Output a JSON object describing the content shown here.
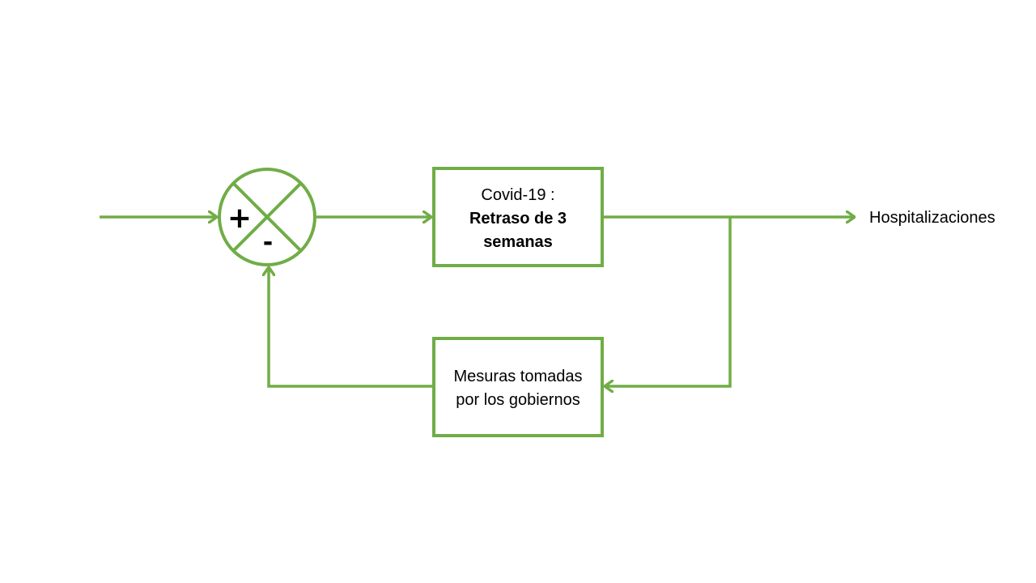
{
  "colors": {
    "stroke": "#70AD47",
    "text": "#000000",
    "background": "#FFFFFF"
  },
  "summing_junction": {
    "plus_sign": "+",
    "minus_sign": "-"
  },
  "plant_block": {
    "line1": "Covid-19 :",
    "line2": "Retraso de 3",
    "line3": "semanas"
  },
  "feedback_block": {
    "line1": "Mesuras tomadas",
    "line2": "por los gobiernos"
  },
  "output": {
    "label": "Hospitalizaciones"
  }
}
